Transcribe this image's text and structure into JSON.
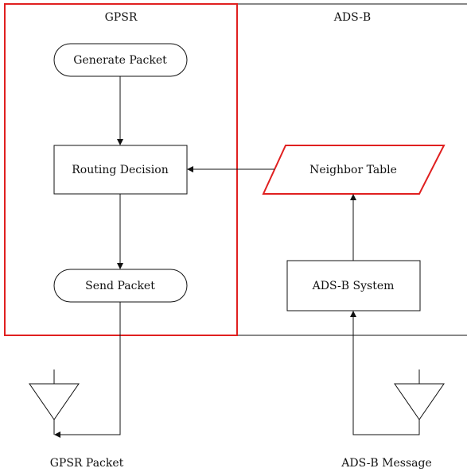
{
  "lanes": {
    "gpsr_title": "GPSR",
    "adsb_title": "ADS-B"
  },
  "nodes": {
    "generate_packet": "Generate Packet",
    "routing_decision": "Routing Decision",
    "send_packet": "Send Packet",
    "neighbor_table": "Neighbor Table",
    "adsb_system": "ADS-B System"
  },
  "outputs": {
    "gpsr_packet": "GPSR Packet",
    "adsb_message": "ADS-B Message"
  },
  "colors": {
    "highlight": "#e02020",
    "stroke": "#111111"
  }
}
